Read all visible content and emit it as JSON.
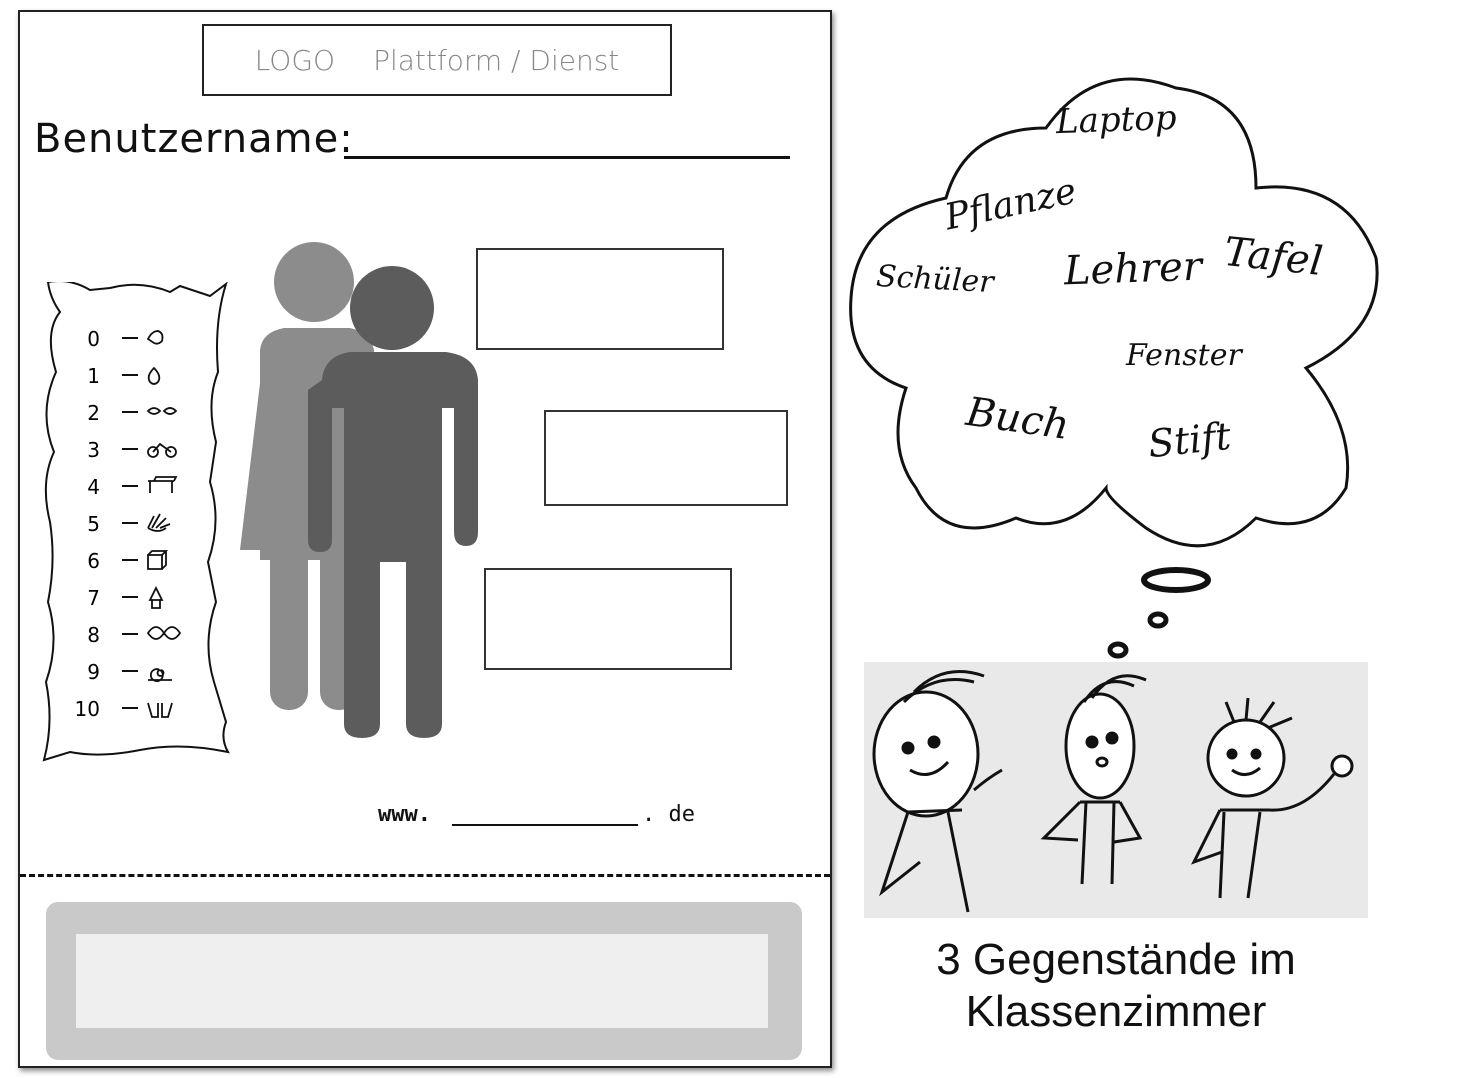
{
  "sheet": {
    "logo_left": "LOGO",
    "logo_right": "Plattform / Dienst",
    "username_label": "Benutzername:",
    "url_prefix": "www.",
    "url_suffix": ". de"
  },
  "number_list": [
    {
      "number": "0",
      "icon": "lightbulb-icon"
    },
    {
      "number": "1",
      "icon": "egg-icon"
    },
    {
      "number": "2",
      "icon": "eyes-icon"
    },
    {
      "number": "3",
      "icon": "bicycle-icon"
    },
    {
      "number": "4",
      "icon": "table-icon"
    },
    {
      "number": "5",
      "icon": "hand-icon"
    },
    {
      "number": "6",
      "icon": "dice-icon"
    },
    {
      "number": "7",
      "icon": "gnome-icon"
    },
    {
      "number": "8",
      "icon": "infinity-icon"
    },
    {
      "number": "9",
      "icon": "snail-icon"
    },
    {
      "number": "10",
      "icon": "feet-icon"
    }
  ],
  "thought_words": [
    "Laptop",
    "Pflanze",
    "Schüler",
    "Lehrer",
    "Tafel",
    "Fenster",
    "Buch",
    "Stift"
  ],
  "caption_line1": "3 Gegenstände im",
  "caption_line2": "Klassenzimmer",
  "colors": {
    "person_light": "#8c8c8c",
    "person_dark": "#5a5a5a",
    "strip_outer": "#c9c9c9",
    "strip_inner": "#efefef"
  }
}
